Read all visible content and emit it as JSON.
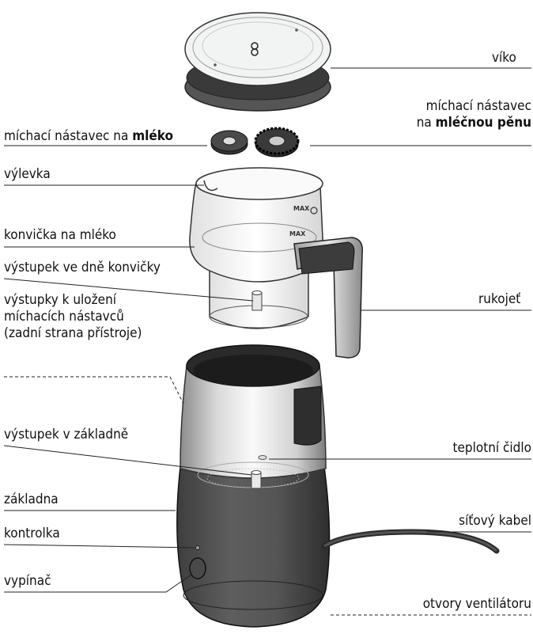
{
  "labels": {
    "viko": "víko",
    "nastavec_pena_line1": "míchací nástavec",
    "nastavec_pena_prefix": "na",
    "nastavec_pena_bold": "mléčnou pěnu",
    "nastavec_mleko_prefix": "míchací nástavec na",
    "nastavec_mleko_bold": "mléko",
    "vylevka": "výlevka",
    "konvicka": "konvička na mléko",
    "vystupek_dno": "výstupek ve dně konvičky",
    "rukojet": "rukojeť",
    "vystupky_line1": "výstupky k uložení",
    "vystupky_line2": "míchacích nástavců",
    "vystupky_line3": "(zadní strana přístroje)",
    "vystupek_zakladna": "výstupek v základně",
    "teplotni_cidlo": "teplotní čidlo",
    "zakladna": "základna",
    "kontrolka": "kontrolka",
    "sitovy_kabel": "síťový kabel",
    "vypinac": "vypínač",
    "otvory": "otvory ventilátoru"
  },
  "drawing": {
    "max_mark_1": "MAX",
    "max_mark_2": "MAX"
  }
}
